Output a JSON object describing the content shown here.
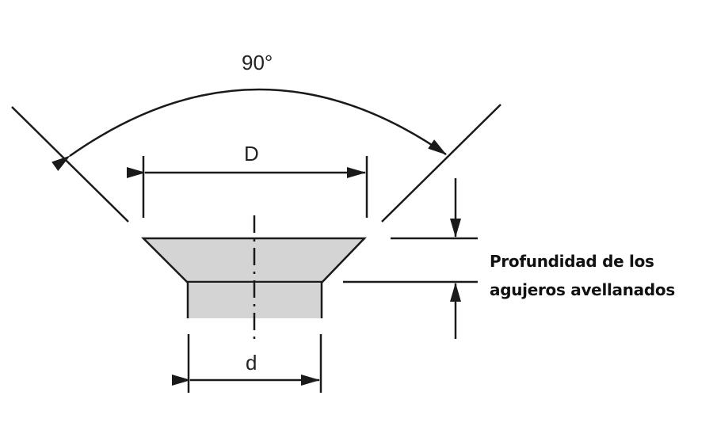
{
  "diagram": {
    "angle_label": "90°",
    "large_diameter_label": "D",
    "small_diameter_label": "d",
    "depth_label_line1": "Profundidad de los",
    "depth_label_line2": "agujeros avellanados",
    "fill_color": "#d4d4d4",
    "line_color": "#1a1a1a"
  }
}
